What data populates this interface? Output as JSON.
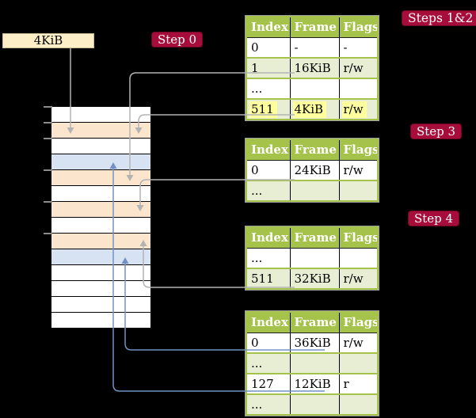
{
  "frame_label": "4KiB",
  "badges": [
    {
      "label": "Step 0"
    },
    {
      "label": "Steps 1&2"
    },
    {
      "label": "Step 3"
    },
    {
      "label": "Step 4"
    }
  ],
  "tables": [
    {
      "headers": [
        "Index",
        "Frame",
        "Flags"
      ],
      "rows": [
        {
          "cells": [
            "0",
            "-",
            "-"
          ],
          "shaded": false,
          "highlight": false
        },
        {
          "cells": [
            "1",
            "16KiB",
            "r/w"
          ],
          "shaded": true,
          "highlight": false
        },
        {
          "cells": [
            "...",
            "",
            ""
          ],
          "shaded": false,
          "highlight": false
        },
        {
          "cells": [
            "511",
            "4KiB",
            "r/w"
          ],
          "shaded": true,
          "highlight": true
        }
      ]
    },
    {
      "headers": [
        "Index",
        "Frame",
        "Flags"
      ],
      "rows": [
        {
          "cells": [
            "0",
            "24KiB",
            "r/w"
          ],
          "shaded": false,
          "highlight": false
        },
        {
          "cells": [
            "...",
            "",
            ""
          ],
          "shaded": true,
          "highlight": false
        }
      ]
    },
    {
      "headers": [
        "Index",
        "Frame",
        "Flags"
      ],
      "rows": [
        {
          "cells": [
            "...",
            "",
            ""
          ],
          "shaded": false,
          "highlight": false
        },
        {
          "cells": [
            "511",
            "32KiB",
            "r/w"
          ],
          "shaded": true,
          "highlight": false
        }
      ]
    },
    {
      "headers": [
        "Index",
        "Frame",
        "Flags"
      ],
      "rows": [
        {
          "cells": [
            "0",
            "36KiB",
            "r/w"
          ],
          "shaded": false,
          "highlight": false
        },
        {
          "cells": [
            "...",
            "",
            ""
          ],
          "shaded": true,
          "highlight": false
        },
        {
          "cells": [
            "127",
            "12KiB",
            "r"
          ],
          "shaded": false,
          "highlight": false
        },
        {
          "cells": [
            "...",
            "",
            ""
          ],
          "shaded": true,
          "highlight": false
        }
      ]
    }
  ],
  "memory_column": {
    "rows": [
      "white",
      "peach",
      "white",
      "blue",
      "peach",
      "white",
      "peach",
      "white",
      "peach",
      "blue",
      "white",
      "white",
      "white",
      "white"
    ],
    "tick_boundaries": [
      0,
      1,
      2,
      4,
      6,
      8
    ]
  },
  "connections": [
    {
      "from": "frame-size-label",
      "to": "memory-row-2",
      "color": "gray"
    },
    {
      "from": "table-1-row-1",
      "to": "memory-row-5",
      "color": "gray"
    },
    {
      "from": "table-1-row-511",
      "to": "memory-row-2",
      "color": "gray"
    },
    {
      "from": "table-2-row-0",
      "to": "memory-row-7",
      "color": "gray"
    },
    {
      "from": "table-3-row-511",
      "to": "memory-row-9",
      "color": "gray"
    },
    {
      "from": "table-4-row-0",
      "to": "memory-row-10",
      "color": "blue"
    },
    {
      "from": "table-4-row-127",
      "to": "memory-row-4",
      "color": "blue"
    }
  ],
  "colors": {
    "background": "#000000",
    "table_header_green": "#a5c24b",
    "table_row_green": "#e7eed4",
    "memory_peach": "#fce5cd",
    "memory_blue": "#d7e2f2",
    "highlight_yellow": "#ffff9e",
    "badge_red": "#a60d3a",
    "frame_label_cream": "#fceec6",
    "connector_gray": "#b3b3b3",
    "connector_blue": "#7391c4"
  }
}
